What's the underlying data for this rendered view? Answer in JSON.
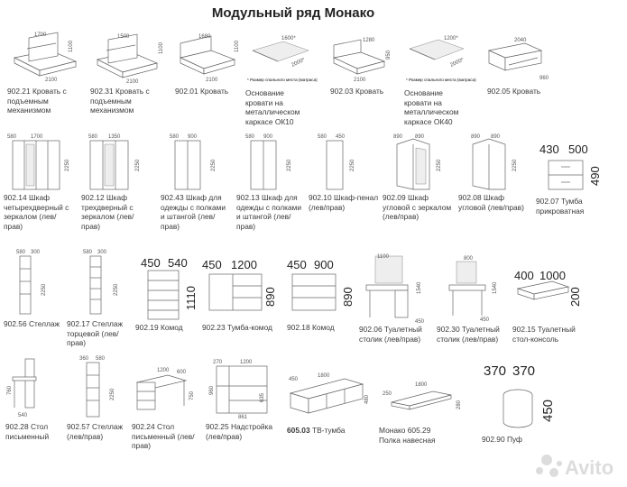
{
  "title": "Модульный ряд Монако",
  "items": [
    {
      "id": "902.21",
      "caption": "902.21 Кровать с\nподъемным\nмеханизмом",
      "dims": [
        "1700",
        "2100",
        "1100"
      ]
    },
    {
      "id": "902.31",
      "caption": "902.31 Кровать с\nподъемным\nмеханизмом",
      "dims": [
        "1500",
        "2100",
        "1100"
      ]
    },
    {
      "id": "902.01",
      "caption": "902.01 Кровать",
      "dims": [
        "1680",
        "2100",
        "1100"
      ]
    },
    {
      "id": "ok10",
      "caption": "Основание\nкровати на\nметаллическом\nкаркасе ОК10",
      "dims": [
        "1600*",
        "2000*"
      ],
      "note": "* Размер спального места (матраса)"
    },
    {
      "id": "902.03",
      "caption": "902.03 Кровать",
      "dims": [
        "1280",
        "2100",
        "950"
      ]
    },
    {
      "id": "ok40",
      "caption": "Основание\nкровати на\nметаллическом\nкаркасе ОК40",
      "dims": [
        "1200*",
        "2000*"
      ],
      "note": "* Размер спального места (матраса)"
    },
    {
      "id": "902.05",
      "caption": "902.05 Кровать",
      "dims": [
        "2040",
        "960"
      ]
    },
    {
      "id": "902.14",
      "caption": "902.14 Шкаф\nчетырехдверный с\nзеркалом (лев/\nправ)",
      "dims": [
        "580",
        "1700",
        "2250"
      ]
    },
    {
      "id": "902.12",
      "caption": "902.12 Шкаф\nтрехдверный с\nзеркалом (лев/\nправ)",
      "dims": [
        "580",
        "1350",
        "2250"
      ]
    },
    {
      "id": "902.43",
      "caption": "902.43 Шкаф для\nодежды с полками\nи штангой (лев/\nправ)",
      "dims": [
        "580",
        "900",
        "2250"
      ]
    },
    {
      "id": "902.13",
      "caption": "902.13 Шкаф для\nодежды с полками\nи штангой (лев/\nправ)",
      "dims": [
        "580",
        "900",
        "2250"
      ]
    },
    {
      "id": "902.10",
      "caption": "902.10 Шкаф-пенал\n(лев/прав)",
      "dims": [
        "580",
        "450",
        "2250"
      ]
    },
    {
      "id": "902.09",
      "caption": "902.09 Шкаф\nугловой с зеркалом\n(лев/прав)",
      "dims": [
        "890",
        "890",
        "2250"
      ]
    },
    {
      "id": "902.08",
      "caption": "902.08 Шкаф\nугловой (лев/прав)",
      "dims": [
        "890",
        "890",
        "2250"
      ]
    },
    {
      "id": "902.07",
      "caption": "902.07 Тумба\nприкроватная",
      "dims": [
        "430",
        "500",
        "490"
      ]
    },
    {
      "id": "902.56",
      "caption": "902.56 Стеллаж",
      "dims": [
        "580",
        "300",
        "2250"
      ]
    },
    {
      "id": "902.17",
      "caption": "902.17 Стеллаж\nторцевой (лев/\nправ)",
      "dims": [
        "580",
        "300",
        "2250"
      ]
    },
    {
      "id": "902.19",
      "caption": "902.19 Комод",
      "dims": [
        "450",
        "540",
        "1110"
      ]
    },
    {
      "id": "902.23",
      "caption": "902.23 Тумба-комод",
      "dims": [
        "450",
        "1200",
        "890"
      ]
    },
    {
      "id": "902.18",
      "caption": "902.18 Комод",
      "dims": [
        "450",
        "900",
        "890"
      ]
    },
    {
      "id": "902.06",
      "caption": "902.06 Туалетный\nстолик (лев/прав)",
      "dims": [
        "1100",
        "1540",
        "450"
      ]
    },
    {
      "id": "902.30",
      "caption": "902.30 Туалетный\nстолик (лев/прав)",
      "dims": [
        "800",
        "1540",
        "450"
      ]
    },
    {
      "id": "902.15",
      "caption": "902.15 Туалетный\nстол-консоль",
      "dims": [
        "400",
        "1000",
        "200"
      ]
    },
    {
      "id": "902.28",
      "caption": "902.28 Стол\nписьменный",
      "dims": [
        "760",
        "540"
      ]
    },
    {
      "id": "902.57",
      "caption": "902.57 Стеллаж\n(лев/прав)",
      "dims": [
        "360",
        "580",
        "2250"
      ]
    },
    {
      "id": "902.24",
      "caption": "902.24 Стол\nписьменный (лев/\nправ)",
      "dims": [
        "1200",
        "600",
        "750"
      ]
    },
    {
      "id": "902.25",
      "caption": "902.25 Надстройка\n(лев/прав)",
      "dims": [
        "270",
        "1200",
        "960",
        "861",
        "635"
      ]
    },
    {
      "id": "605.03",
      "code": "605.03",
      "caption": "ТВ-тумба",
      "dims": [
        "450",
        "1800",
        "480"
      ]
    },
    {
      "id": "605.29",
      "caption": "Монако 605.29\nПолка навесная",
      "dims": [
        "250",
        "1800",
        "280"
      ]
    },
    {
      "id": "902.90",
      "caption": "902.90 Пуф",
      "dims": [
        "370",
        "370",
        "450"
      ]
    }
  ],
  "watermark": "Avito"
}
